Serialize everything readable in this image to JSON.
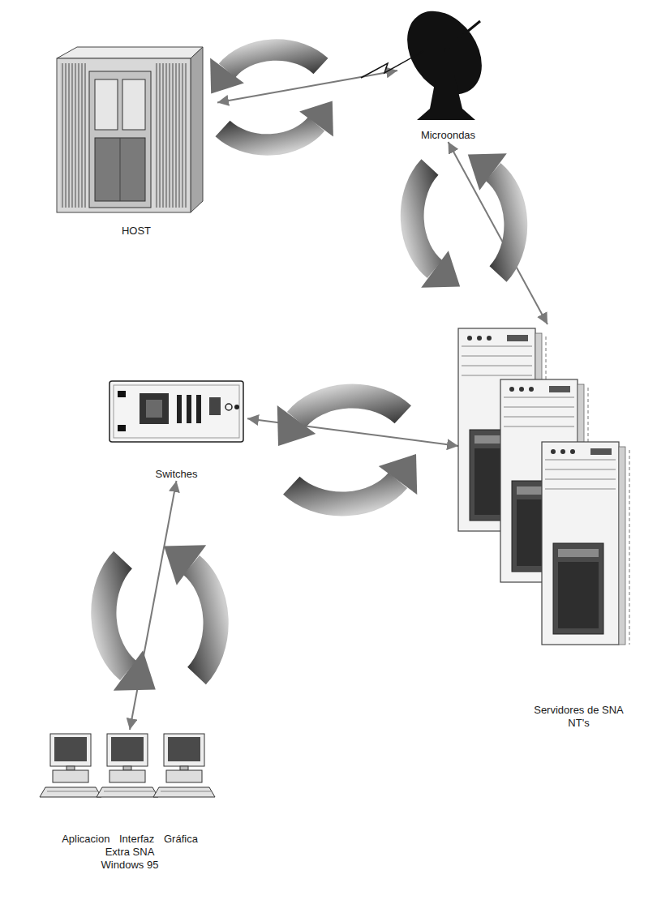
{
  "diagram": {
    "nodes": [
      {
        "text": [
          "HOST"
        ]
      },
      {
        "text": [
          "Microondas"
        ]
      },
      {
        "text": [
          "Servidores de SNA NT's"
        ]
      },
      {
        "text": [
          "Switches"
        ]
      },
      {
        "text": [
          "Aplicacion Interfaz Gráfica",
          "Extra SNA Windows 95"
        ]
      }
    ],
    "edges": [
      {
        "from": 0,
        "to": 1,
        "arrow": "both"
      },
      {
        "from": 1,
        "to": 2,
        "arrow": "both"
      },
      {
        "from": 2,
        "to": 3,
        "arrow": "both"
      },
      {
        "from": 3,
        "to": 4,
        "arrow": "both"
      }
    ]
  }
}
